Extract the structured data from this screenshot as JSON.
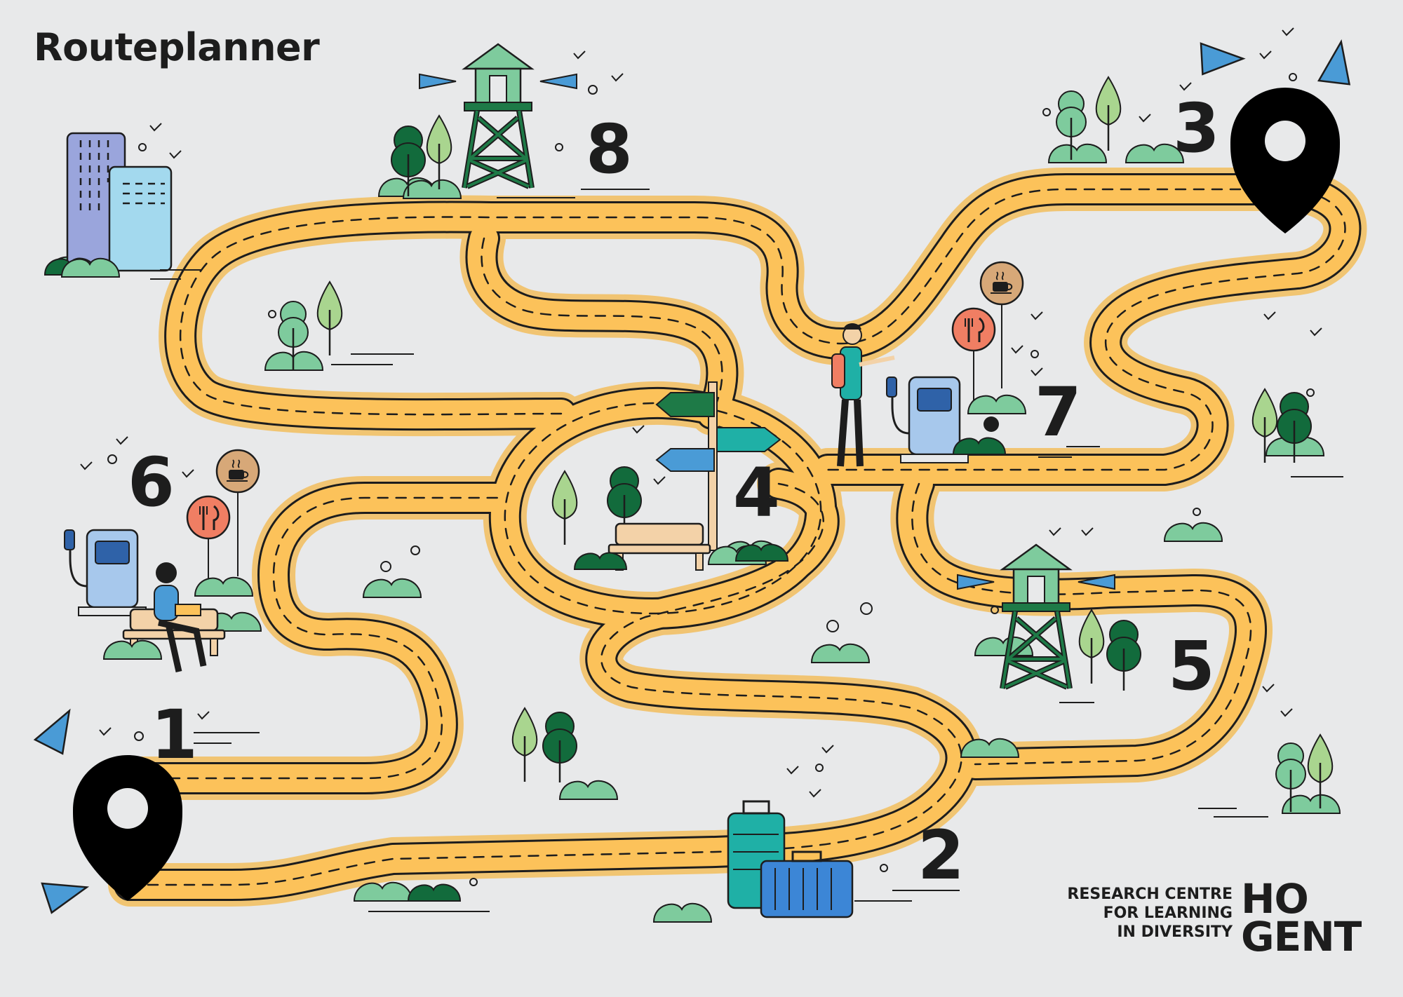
{
  "title": "Routeplanner",
  "stops": [
    {
      "label": "1",
      "name": "stop-1"
    },
    {
      "label": "2",
      "name": "stop-2"
    },
    {
      "label": "3",
      "name": "stop-3"
    },
    {
      "label": "4",
      "name": "stop-4"
    },
    {
      "label": "5",
      "name": "stop-5"
    },
    {
      "label": "6",
      "name": "stop-6"
    },
    {
      "label": "7",
      "name": "stop-7"
    },
    {
      "label": "8",
      "name": "stop-8"
    }
  ],
  "credit": {
    "line1": "RESEARCH CENTRE",
    "line2": "FOR LEARNING",
    "line3": "IN DIVERSITY",
    "brand_line1": "HO",
    "brand_line2": "GENT"
  },
  "colors": {
    "road": "#fcc25a",
    "road_edge": "#1d1d1d",
    "background": "#e8e9ea",
    "pin": "#000000",
    "tree_light": "#a9d58f",
    "tree_dark": "#126b3c",
    "bush": "#7ecb9d",
    "fuel_pump": "#a7c8ec",
    "signpost_green": "#1e7a47",
    "signpost_teal": "#1fb0a6",
    "signpost_blue": "#4a9bd6",
    "badge_food": "#f07e63",
    "badge_coffee": "#d7a878",
    "suitcase_teal": "#1fb0a6",
    "suitcase_blue": "#3c86d6"
  },
  "icons": [
    "location-pin-icon",
    "watchtower-icon",
    "signpost-icon",
    "fuel-pump-icon",
    "food-icon",
    "coffee-icon",
    "suitcase-icon",
    "bench-icon",
    "tree-icon",
    "buildings-icon",
    "hiker-icon",
    "reader-icon"
  ]
}
